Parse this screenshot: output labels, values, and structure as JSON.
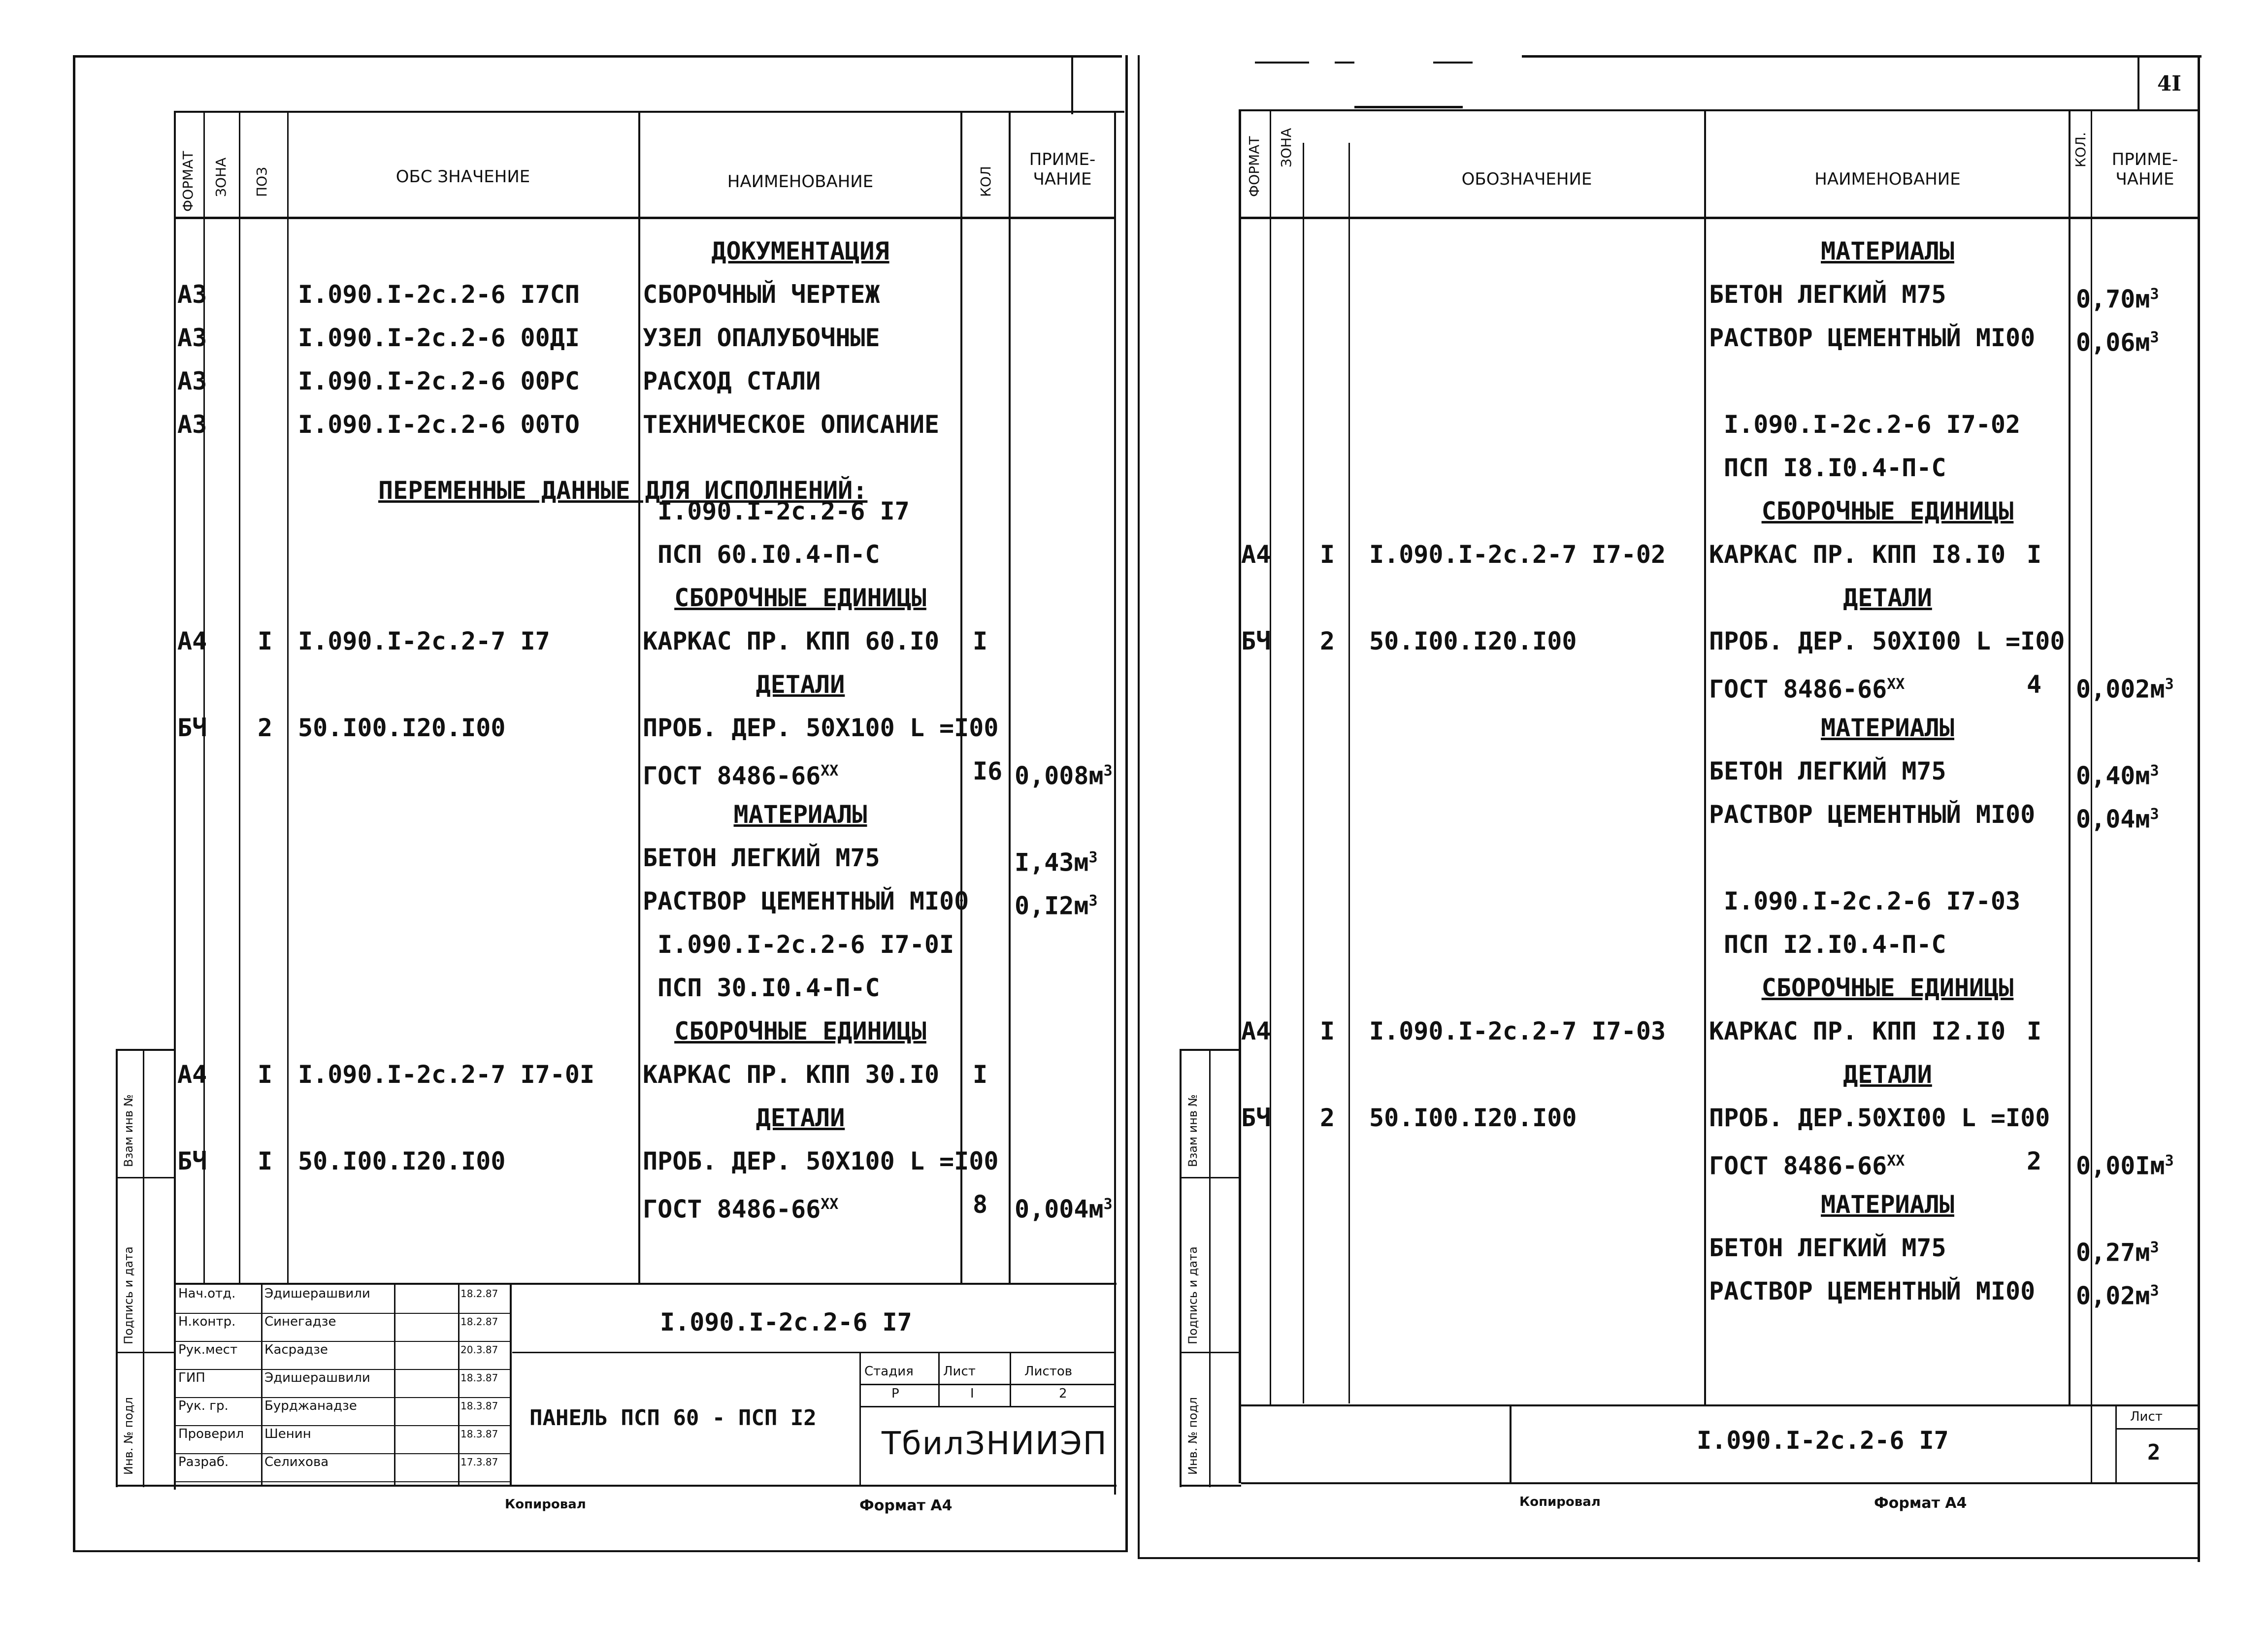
{
  "page_number": "4I",
  "footer": {
    "left_copied": "Копировал",
    "left_format": "Формат А4",
    "right_copied": "Копировал",
    "right_format": "Формат А4"
  },
  "headers": {
    "format": "ФОРМАТ",
    "zone": "ЗОНА",
    "pos": "ПОЗ",
    "designation_left": "ОБС ЗНАЧЕНИЕ",
    "designation_right": "ОБОЗНАЧЕНИЕ",
    "name": "НАИМЕНОВАНИЕ",
    "qty_left": "КОЛ",
    "qty_right": "КОЛ.",
    "note_line1": "ПРИМЕ-",
    "note_line2": "ЧАНИЕ"
  },
  "side_stamp": {
    "inv_no": "Инв. № подл",
    "sign_date": "Подпись и дата",
    "replace_inv": "Взам инв №"
  },
  "left_rows": [
    {
      "fmt": "",
      "pos": "",
      "des": "",
      "name": "ДОКУМЕНТАЦИЯ",
      "name_style": "heading",
      "qty": "",
      "note": ""
    },
    {
      "fmt": "А3",
      "pos": "",
      "des": "I.090.I-2с.2-6 I7СП",
      "name": "СБОРОЧНЫЙ ЧЕРТЕЖ",
      "qty": "",
      "note": ""
    },
    {
      "fmt": "А3",
      "pos": "",
      "des": "I.090.I-2с.2-6 00ДI",
      "name": "УЗЕЛ ОПАЛУБОЧНЫЕ",
      "qty": "",
      "note": ""
    },
    {
      "fmt": "А3",
      "pos": "",
      "des": "I.090.I-2с.2-6 00РС",
      "name": "РАСХОД СТАЛИ",
      "qty": "",
      "note": ""
    },
    {
      "fmt": "А3",
      "pos": "",
      "des": "I.090.I-2с.2-6 00ТО",
      "name": "ТЕХНИЧЕСКОЕ ОПИСАНИЕ",
      "qty": "",
      "note": ""
    },
    {
      "fmt": "",
      "pos": "",
      "des": "",
      "name": "",
      "qty": "",
      "note": ""
    },
    {
      "fmt": "",
      "pos": "",
      "des": "",
      "name": "I.090.I-2с.2-6 I7",
      "qty": "",
      "note": ""
    },
    {
      "fmt": "",
      "pos": "",
      "des": "",
      "name": "ПСП 60.I0.4-П-С",
      "qty": "",
      "note": ""
    },
    {
      "fmt": "",
      "pos": "",
      "des": "",
      "name": "СБОРОЧНЫЕ ЕДИНИЦЫ",
      "name_style": "heading",
      "qty": "",
      "note": ""
    },
    {
      "fmt": "А4",
      "pos": "I",
      "des": "I.090.I-2с.2-7 I7",
      "name": "КАРКАС ПР. КПП 60.I0",
      "qty": "I",
      "note": ""
    },
    {
      "fmt": "",
      "pos": "",
      "des": "",
      "name": "ДЕТАЛИ",
      "name_style": "heading",
      "qty": "",
      "note": ""
    },
    {
      "fmt": "БЧ",
      "pos": "2",
      "des": "50.I00.I20.I00",
      "name": "ПРОБ. ДЕР. 50Х100 L =I00",
      "qty": "",
      "note": ""
    },
    {
      "fmt": "",
      "pos": "",
      "des": "",
      "name": "ГОСТ 8486-66ХХ",
      "qty": "I6",
      "note": "0,008м3"
    },
    {
      "fmt": "",
      "pos": "",
      "des": "",
      "name": "МАТЕРИАЛЫ",
      "name_style": "heading",
      "qty": "",
      "note": ""
    },
    {
      "fmt": "",
      "pos": "",
      "des": "",
      "name": "БЕТОН ЛЕГКИЙ М75",
      "qty": "",
      "note": "I,43м3"
    },
    {
      "fmt": "",
      "pos": "",
      "des": "",
      "name": "РАСТВОР ЦЕМЕНТНЫЙ МI00",
      "qty": "",
      "note": "0,I2м3"
    },
    {
      "fmt": "",
      "pos": "",
      "des": "",
      "name": "I.090.I-2с.2-6 I7-0I",
      "qty": "",
      "note": ""
    },
    {
      "fmt": "",
      "pos": "",
      "des": "",
      "name": "ПСП 30.I0.4-П-С",
      "qty": "",
      "note": ""
    },
    {
      "fmt": "",
      "pos": "",
      "des": "",
      "name": "СБОРОЧНЫЕ ЕДИНИЦЫ",
      "name_style": "heading",
      "qty": "",
      "note": ""
    },
    {
      "fmt": "А4",
      "pos": "I",
      "des": "I.090.I-2с.2-7 I7-0I",
      "name": "КАРКАС ПР. КПП 30.I0",
      "qty": "I",
      "note": ""
    },
    {
      "fmt": "",
      "pos": "",
      "des": "",
      "name": "ДЕТАЛИ",
      "name_style": "heading",
      "qty": "",
      "note": ""
    },
    {
      "fmt": "БЧ",
      "pos": "I",
      "des": "50.I00.I20.I00",
      "name": "ПРОБ. ДЕР. 50Х100 L =I00",
      "qty": "",
      "note": ""
    },
    {
      "fmt": "",
      "pos": "",
      "des": "",
      "name": "ГОСТ 8486-66ХХ",
      "qty": "8",
      "note": "0,004м3"
    }
  ],
  "left_variable_heading": "ПЕРЕМЕННЫЕ ДАННЫЕ ДЛЯ ИСПОЛНЕНИЙ:",
  "right_rows": [
    {
      "fmt": "",
      "pos": "",
      "des": "",
      "name": "МАТЕРИАЛЫ",
      "name_style": "heading",
      "qty": "",
      "note": ""
    },
    {
      "fmt": "",
      "pos": "",
      "des": "",
      "name": "БЕТОН ЛЕГКИЙ М75",
      "qty": "",
      "note": "0,70м3"
    },
    {
      "fmt": "",
      "pos": "",
      "des": "",
      "name": "РАСТВОР ЦЕМЕНТНЫЙ МI00",
      "qty": "",
      "note": "0,06м3"
    },
    {
      "fmt": "",
      "pos": "",
      "des": "",
      "name": "",
      "qty": "",
      "note": ""
    },
    {
      "fmt": "",
      "pos": "",
      "des": "",
      "name": "I.090.I-2с.2-6 I7-02",
      "qty": "",
      "note": ""
    },
    {
      "fmt": "",
      "pos": "",
      "des": "",
      "name": "ПСП I8.I0.4-П-С",
      "qty": "",
      "note": ""
    },
    {
      "fmt": "",
      "pos": "",
      "des": "",
      "name": "СБОРОЧНЫЕ ЕДИНИЦЫ",
      "name_style": "heading",
      "qty": "",
      "note": ""
    },
    {
      "fmt": "А4",
      "pos": "I",
      "des": "I.090.I-2с.2-7 I7-02",
      "name": "КАРКАС ПР. КПП I8.I0",
      "qty": "I",
      "note": ""
    },
    {
      "fmt": "",
      "pos": "",
      "des": "",
      "name": "ДЕТАЛИ",
      "name_style": "heading",
      "qty": "",
      "note": ""
    },
    {
      "fmt": "БЧ",
      "pos": "2",
      "des": "50.I00.I20.I00",
      "name": "ПРОБ. ДЕР. 50ХI00 L =I00",
      "qty": "",
      "note": ""
    },
    {
      "fmt": "",
      "pos": "",
      "des": "",
      "name": "ГОСТ 8486-66ХХ",
      "qty": "4",
      "note": "0,002м3"
    },
    {
      "fmt": "",
      "pos": "",
      "des": "",
      "name": "МАТЕРИАЛЫ",
      "name_style": "heading",
      "qty": "",
      "note": ""
    },
    {
      "fmt": "",
      "pos": "",
      "des": "",
      "name": "БЕТОН ЛЕГКИЙ М75",
      "qty": "",
      "note": "0,40м3"
    },
    {
      "fmt": "",
      "pos": "",
      "des": "",
      "name": "РАСТВОР ЦЕМЕНТНЫЙ МI00",
      "qty": "",
      "note": "0,04м3"
    },
    {
      "fmt": "",
      "pos": "",
      "des": "",
      "name": "",
      "qty": "",
      "note": ""
    },
    {
      "fmt": "",
      "pos": "",
      "des": "",
      "name": "I.090.I-2с.2-6 I7-03",
      "qty": "",
      "note": ""
    },
    {
      "fmt": "",
      "pos": "",
      "des": "",
      "name": "ПСП I2.I0.4-П-С",
      "qty": "",
      "note": ""
    },
    {
      "fmt": "",
      "pos": "",
      "des": "",
      "name": "СБОРОЧНЫЕ ЕДИНИЦЫ",
      "name_style": "heading",
      "qty": "",
      "note": ""
    },
    {
      "fmt": "А4",
      "pos": "I",
      "des": "I.090.I-2с.2-7 I7-03",
      "name": "КАРКАС ПР. КПП I2.I0",
      "qty": "I",
      "note": ""
    },
    {
      "fmt": "",
      "pos": "",
      "des": "",
      "name": "ДЕТАЛИ",
      "name_style": "heading",
      "qty": "",
      "note": ""
    },
    {
      "fmt": "БЧ",
      "pos": "2",
      "des": "50.I00.I20.I00",
      "name": "ПРОБ. ДЕР.50ХI00 L =I00",
      "qty": "",
      "note": ""
    },
    {
      "fmt": "",
      "pos": "",
      "des": "",
      "name": "ГОСТ 8486-66ХХ",
      "qty": "2",
      "note": "0,00Iм3"
    },
    {
      "fmt": "",
      "pos": "",
      "des": "",
      "name": "МАТЕРИАЛЫ",
      "name_style": "heading",
      "qty": "",
      "note": ""
    },
    {
      "fmt": "",
      "pos": "",
      "des": "",
      "name": "БЕТОН ЛЕГКИЙ М75",
      "qty": "",
      "note": "0,27м3"
    },
    {
      "fmt": "",
      "pos": "",
      "des": "",
      "name": "РАСТВОР ЦЕМЕНТНЫЙ МI00",
      "qty": "",
      "note": "0,02м3"
    }
  ],
  "title_block_left": {
    "doc_code": "I.090.I-2с.2-6 I7",
    "title": "ПАНЕЛЬ ПСП 60 - ПСП I2",
    "org": "ТбилЗНИИЭП",
    "stage_label": "Стадия",
    "stage_value": "Р",
    "sheet_label": "Лист",
    "sheet_value": "I",
    "sheets_label": "Листов",
    "sheets_value": "2",
    "people": [
      {
        "role": "Нач.отд.",
        "name": "Эдишерашвили",
        "date": "18.2.87"
      },
      {
        "role": "Н.контр.",
        "name": "Синегадзе",
        "date": "18.2.87"
      },
      {
        "role": "Рук.мест",
        "name": "Касрадзе",
        "date": "20.3.87"
      },
      {
        "role": "ГИП",
        "name": "Эдишерашвили",
        "date": "18.3.87"
      },
      {
        "role": "Рук. гр.",
        "name": "Бурджанадзе",
        "date": "18.3.87"
      },
      {
        "role": "Проверил",
        "name": "Шенин",
        "date": "18.3.87"
      },
      {
        "role": "Разраб.",
        "name": "Селихова",
        "date": "17.3.87"
      }
    ]
  },
  "title_block_right": {
    "doc_code": "I.090.I-2с.2-6 I7",
    "sheet_label": "Лист",
    "sheet_value": "2"
  }
}
